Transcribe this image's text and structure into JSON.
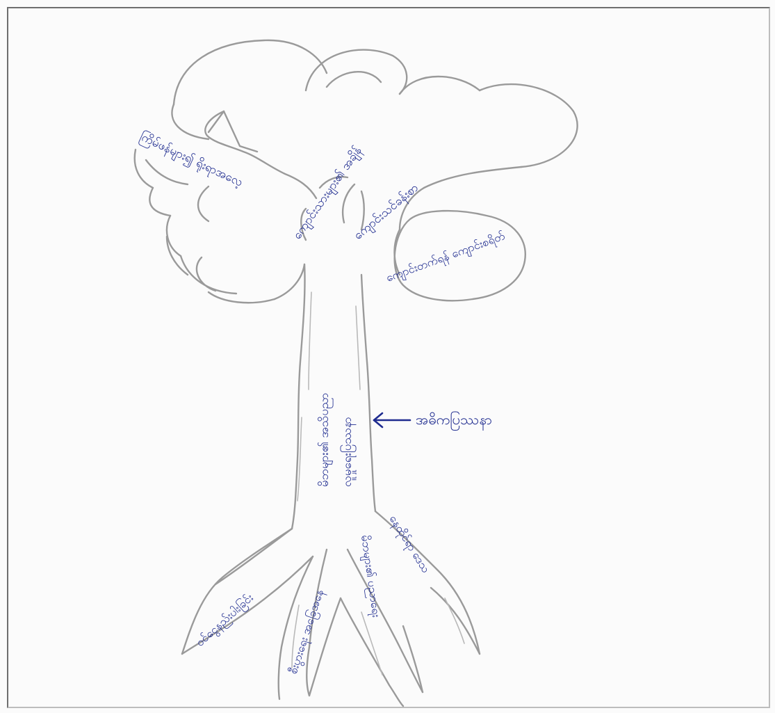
{
  "labels": {
    "crown_left": "ကြိမ်ဖန်များ၍ ရိုးရာအလေ့",
    "crown_center": "ကျောင်းသားများ၏ အချိန်",
    "crown_right": "ကျောင်းသင်ခန်းစာ",
    "crown_bubble": "ကျောင်းတက်ရန် ကျောင်းစရိတ်",
    "trunk_left": "မိဘများ၏ အသိပညာ",
    "trunk_right": "လူမှုရေးပြဿနာ",
    "side_label": "အဓိကပြဿနာ",
    "root_1": "ဝင်ငွေနည်းပါးခြင်း",
    "root_2": "စီးပွားရေး အခြေအနေ",
    "root_3": "မိဘများ၏ ပညာရေး",
    "root_4": "နေထိုင်ရာ ဒေသ"
  },
  "colors": {
    "ink": "#1e2b8f",
    "pencil": "#9a9a9a",
    "paper": "#fbfbfb"
  },
  "icons": {
    "side_label_arrow": "arrow-left-icon"
  }
}
